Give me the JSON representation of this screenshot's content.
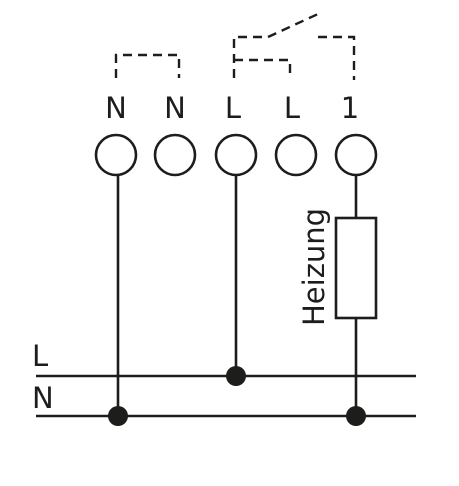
{
  "terminals": [
    {
      "label": "N"
    },
    {
      "label": "N"
    },
    {
      "label": "L"
    },
    {
      "label": "L"
    },
    {
      "label": "1"
    }
  ],
  "bus": {
    "line_label": "L",
    "neutral_label": "N"
  },
  "load": {
    "label": "Heizung"
  }
}
